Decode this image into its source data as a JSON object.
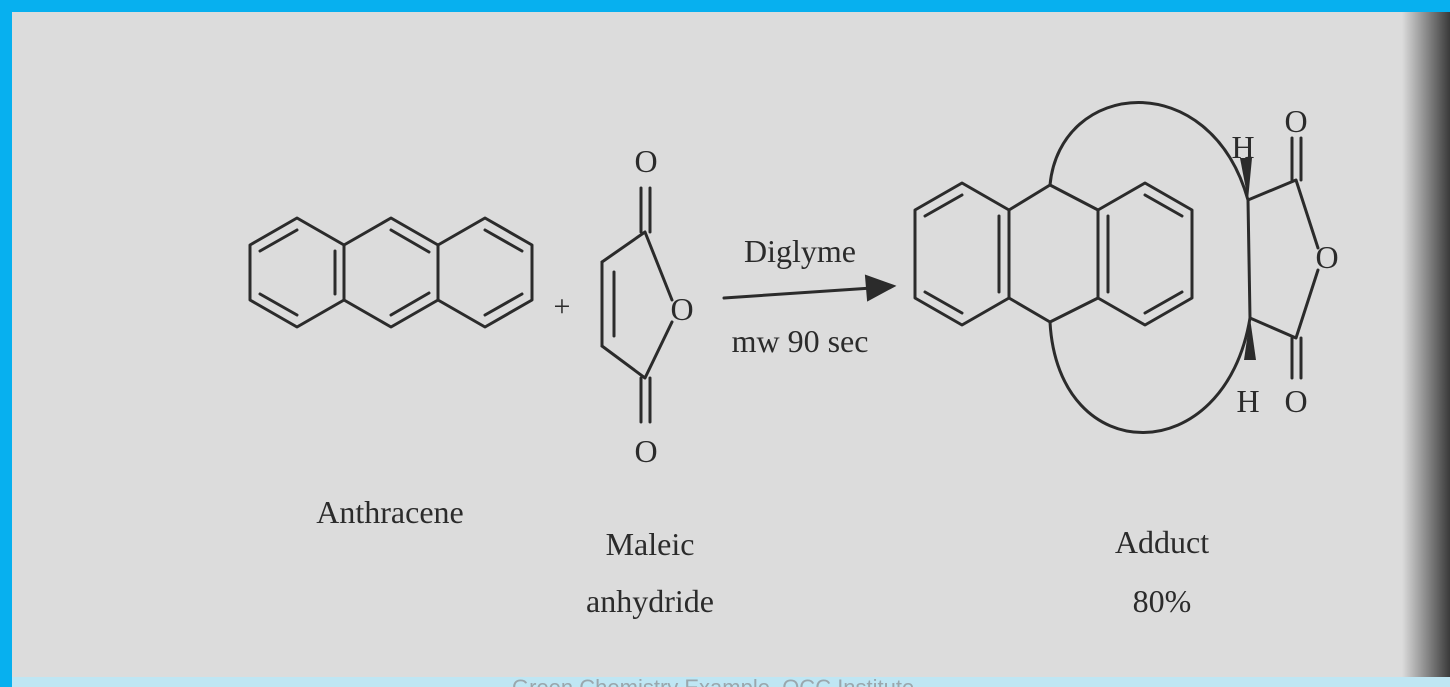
{
  "reactants": {
    "anthracene_label": "Anthracene",
    "plus_sign": "+",
    "maleic_label_line1": "Maleic",
    "maleic_label_line2": "anhydride"
  },
  "conditions": {
    "solvent": "Diglyme",
    "method": "mw 90 sec"
  },
  "product": {
    "label": "Adduct",
    "yield": "80%"
  },
  "atoms": {
    "oxygen": "O",
    "hydrogen": "H"
  },
  "footer_caption": "Green Chemistry Example, OCC Institute"
}
